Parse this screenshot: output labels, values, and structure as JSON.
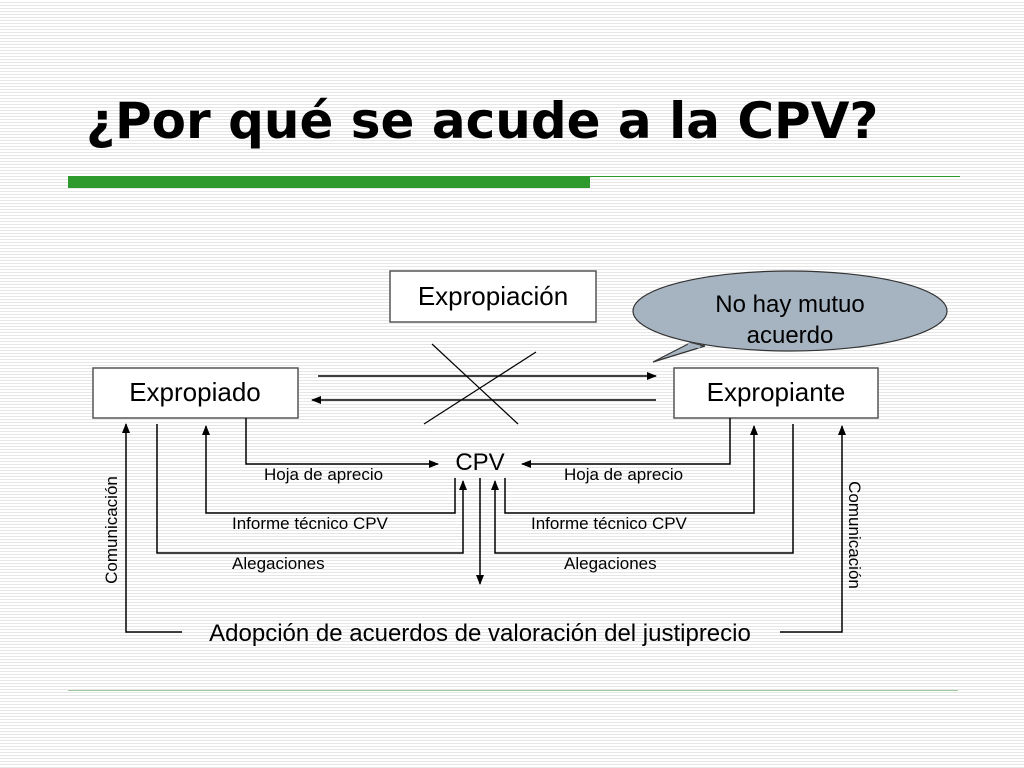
{
  "slide": {
    "title": "¿Por qué se acude a la CPV?"
  },
  "diagram": {
    "nodes": {
      "expropiacion": "Expropiación",
      "expropiado": "Expropiado",
      "expropiante": "Expropiante",
      "cpv": "CPV"
    },
    "callout": {
      "line1": "No hay mutuo",
      "line2": "acuerdo"
    },
    "left_labels": {
      "hoja": "Hoja de aprecio",
      "informe": "Informe técnico CPV",
      "alegaciones": "Alegaciones",
      "comunicacion": "Comunicación"
    },
    "right_labels": {
      "hoja": "Hoja de aprecio",
      "informe": "Informe técnico CPV",
      "alegaciones": "Alegaciones",
      "comunicacion": "Comunicación"
    },
    "bottom": "Adopción de acuerdos de valoración del justiprecio"
  },
  "colors": {
    "accent_green": "#2e9a2e",
    "callout_fill": "#a6b4c2"
  }
}
